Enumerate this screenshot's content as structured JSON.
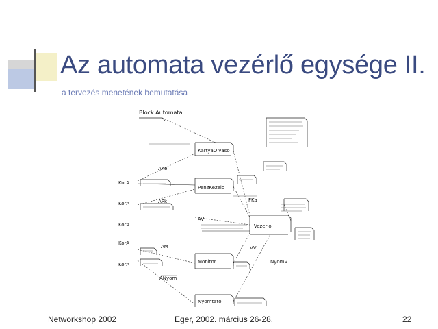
{
  "slide": {
    "title": "Az automata vezérlő egysége II.",
    "subtitle": "a tervezés menetének bemutatása",
    "footer_left": "Networkshop 2002",
    "footer_center": "Eger, 2002. március 26-28.",
    "footer_right": "22"
  },
  "diagram": {
    "header": "Block Automata",
    "modules": [
      "KartyaOlvaso",
      "PenzKezelo",
      "Vezerlo",
      "Monitor",
      "Nyomtato"
    ],
    "side_labels": [
      "KorA",
      "KorA",
      "KorA",
      "KorA",
      "KorA"
    ],
    "signals": [
      "AKe",
      "APk",
      "FKa",
      "AV",
      "AM",
      "VV",
      "NyomV",
      "ANyom"
    ]
  },
  "colors": {
    "title": "#3a4a80",
    "subtitle": "#6b7bb5"
  }
}
